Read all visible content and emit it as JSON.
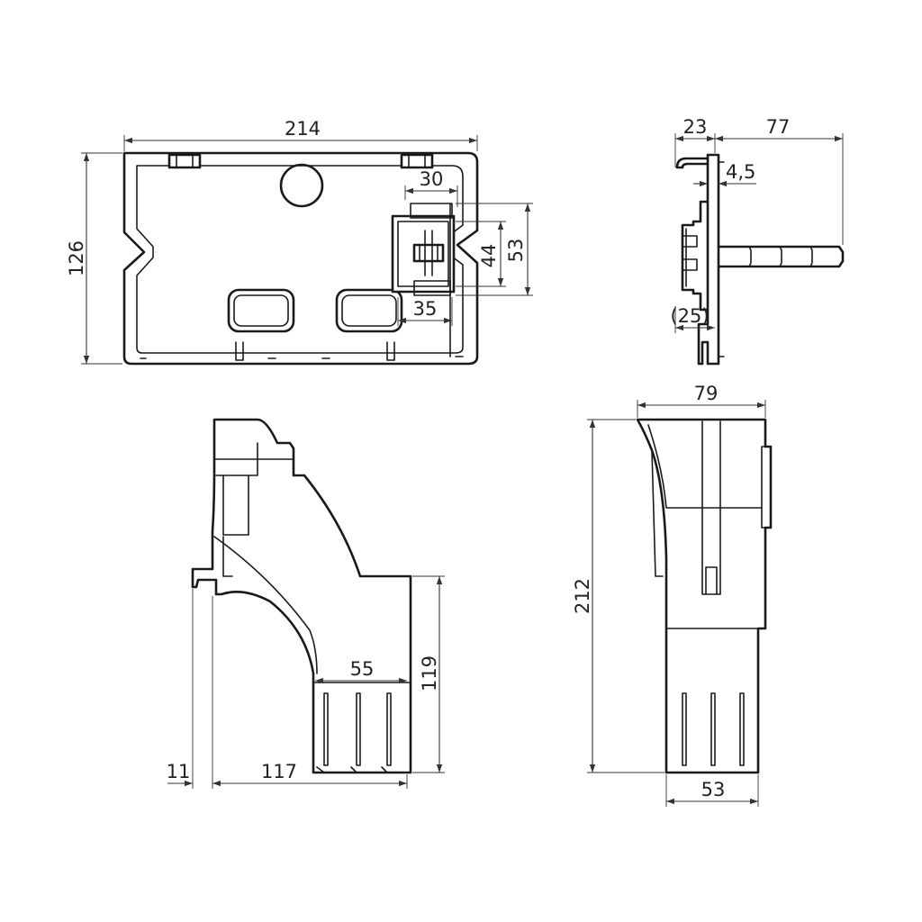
{
  "drawing": {
    "front_view": {
      "width_label": "214",
      "height_label": "126",
      "module_width_label": "30",
      "module_inner_label": "44",
      "module_outer_label": "53",
      "module_bottom_label": "35"
    },
    "side_view": {
      "depth_label": "23",
      "rod_length_label": "77",
      "thickness_label": "4,5",
      "offset_label": "(25)"
    },
    "section_view": {
      "outlet_width_label": "55",
      "outlet_height_label": "119",
      "flange_label": "11",
      "body_width_label": "117"
    },
    "end_view": {
      "top_width_label": "79",
      "height_label": "212",
      "outlet_width_label": "53"
    }
  }
}
